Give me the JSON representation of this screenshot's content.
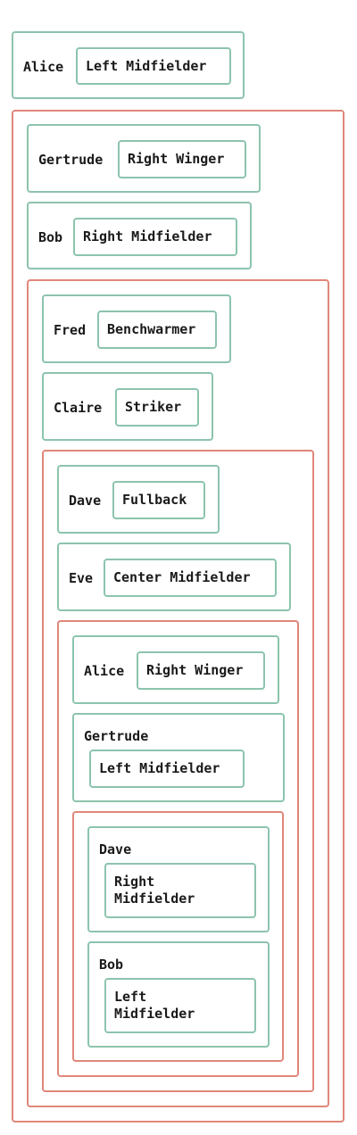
{
  "colors": {
    "group_border": "#e0877a",
    "card_border": "#8cc4ad",
    "text": "#1a1a1a"
  },
  "players": [
    {
      "name": "Alice",
      "role": "Left Midfielder"
    },
    {
      "name": "Gertrude",
      "role": "Right Winger"
    },
    {
      "name": "Bob",
      "role": "Right Midfielder"
    },
    {
      "name": "Fred",
      "role": "Benchwarmer"
    },
    {
      "name": "Claire",
      "role": "Striker"
    },
    {
      "name": "Dave",
      "role": "Fullback"
    },
    {
      "name": "Eve",
      "role": "Center Midfielder"
    },
    {
      "name": "Alice",
      "role": "Right Winger"
    },
    {
      "name": "Gertrude",
      "role": "Left Midfielder"
    },
    {
      "name": "Dave",
      "role": "Right\nMidfielder"
    },
    {
      "name": "Bob",
      "role": "Left\nMidfielder"
    }
  ]
}
